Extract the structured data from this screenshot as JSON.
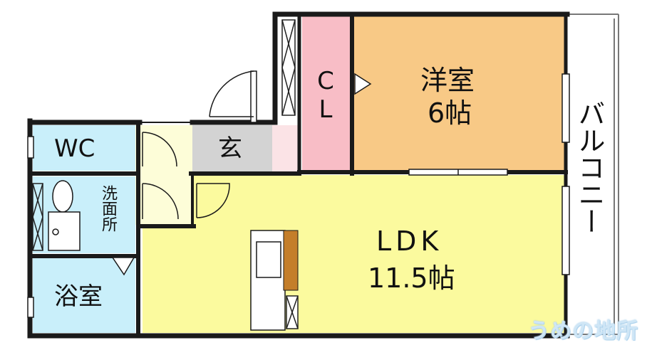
{
  "plan": {
    "rooms": {
      "western_room": {
        "name": "洋室",
        "size": "6帖",
        "color": "#f8c986"
      },
      "ldk": {
        "name": "LDK",
        "size": "11.5帖",
        "color": "#fbfa9e"
      },
      "closet": {
        "name": "CL",
        "color": "#f8bdc6"
      },
      "entrance": {
        "name": "玄",
        "color": "#d3d3d3"
      },
      "wc": {
        "name": "WC",
        "color": "#c9effa"
      },
      "washroom": {
        "name": "洗面所",
        "color": "#c9effa"
      },
      "bath": {
        "name": "浴室",
        "color": "#c9effa"
      },
      "balcony": {
        "name": "バルコニー"
      }
    },
    "watermark": "うめの地所"
  },
  "colors": {
    "wall": "#1a1a1a",
    "kitchen_counter": "#c47e2a",
    "hall": "#fdfdd8"
  }
}
